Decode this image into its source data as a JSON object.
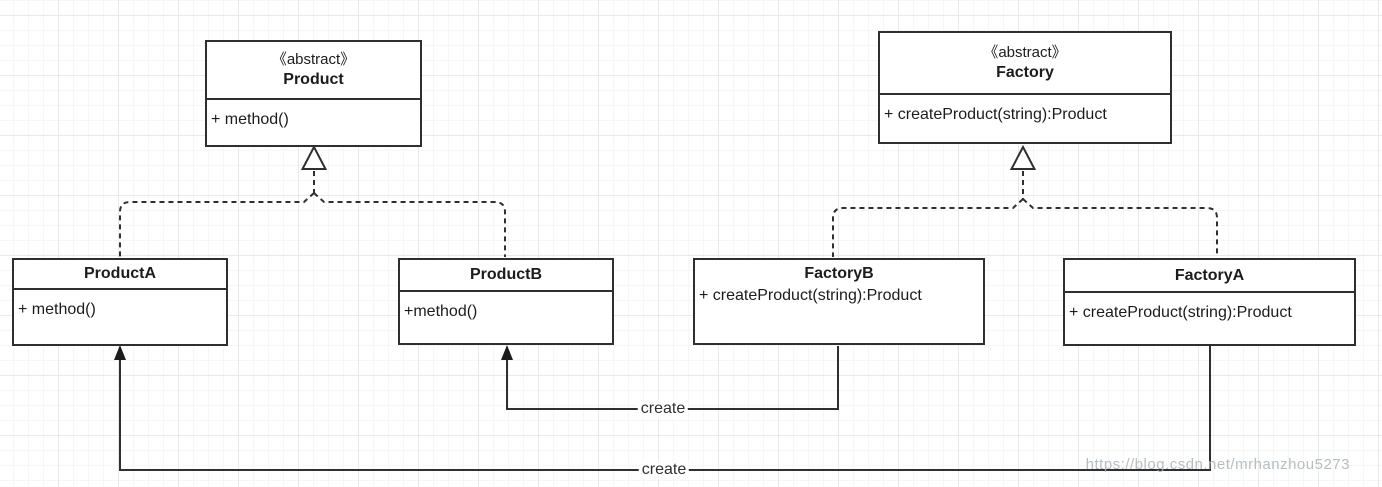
{
  "classes": {
    "product": {
      "stereotype": "《abstract》",
      "name": "Product",
      "member": "+ method()"
    },
    "factory": {
      "stereotype": "《abstract》",
      "name": "Factory",
      "member": "+ createProduct(string):Product"
    },
    "productA": {
      "name": "ProductA",
      "member": "+ method()"
    },
    "productB": {
      "name": "ProductB",
      "member": "+method()"
    },
    "factoryB": {
      "name": "FactoryB",
      "member": "+ createProduct(string):Product"
    },
    "factoryA": {
      "name": "FactoryA",
      "member": "+ createProduct(string):Product"
    }
  },
  "edges": {
    "productA_extends_product": {
      "type": "inheritance",
      "style": "dashed-hollow-triangle"
    },
    "productB_extends_product": {
      "type": "inheritance",
      "style": "dashed-hollow-triangle"
    },
    "factoryB_extends_factory": {
      "type": "inheritance",
      "style": "dashed-hollow-triangle"
    },
    "factoryA_extends_factory": {
      "type": "inheritance",
      "style": "dashed-hollow-triangle"
    },
    "factoryB_creates_productB": {
      "label": "create",
      "type": "dependency",
      "style": "solid-filled-arrow"
    },
    "factoryA_creates_productA": {
      "label": "create",
      "type": "dependency",
      "style": "solid-filled-arrow"
    }
  },
  "watermark": "https://blog.csdn.net/mrhanzhou5273",
  "colors": {
    "stroke": "#2f2f2f",
    "text": "#1c1c1c",
    "background": "#ffffff",
    "grid_major": "#e9e9e9",
    "grid_minor": "#f6f6f6",
    "watermark": "#aab1b7"
  }
}
